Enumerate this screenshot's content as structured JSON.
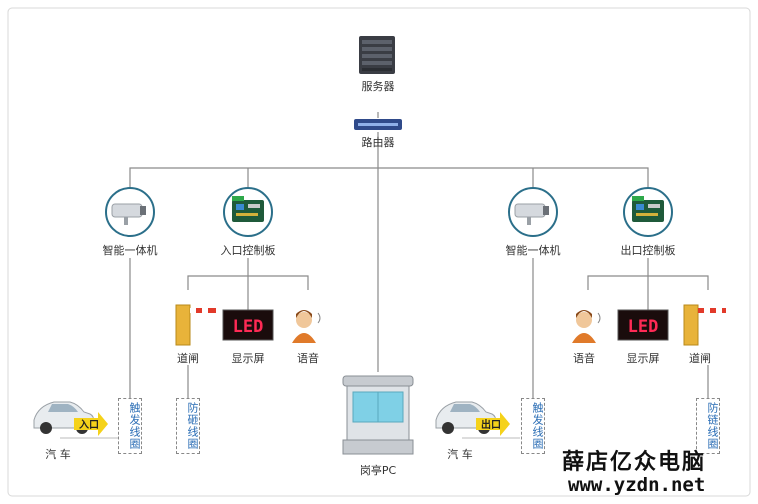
{
  "server_label": "服务器",
  "router_label": "路由器",
  "left": {
    "camera_label": "智能一体机",
    "board_label": "入口控制板",
    "gate_label": "道闸",
    "display_label": "显示屏",
    "voice_label": "语音",
    "car_label": "汽 车",
    "car_tag": "入口",
    "loop_label": "触发线圈",
    "anti_label": "防砸线圈",
    "led_text": "LED"
  },
  "right": {
    "camera_label": "智能一体机",
    "board_label": "出口控制板",
    "gate_label": "道闸",
    "display_label": "显示屏",
    "voice_label": "语音",
    "car_label": "汽 车",
    "car_tag": "出口",
    "loop_label": "触发线圈",
    "anti_label": "防链线圈",
    "led_text": "LED"
  },
  "booth_label": "岗亭PC",
  "watermark": {
    "line1": "薛店亿众电脑",
    "line2": "www.yzdn.net"
  },
  "colors": {
    "line": "#8a8a8a",
    "ring": "#2b6f8a",
    "led_bg": "#1a0c0c",
    "led_text": "#ff2a55",
    "tag_bg": "#f5d21a",
    "gate_arm": "#e23a2a",
    "gate_post": "#e8b33a"
  }
}
